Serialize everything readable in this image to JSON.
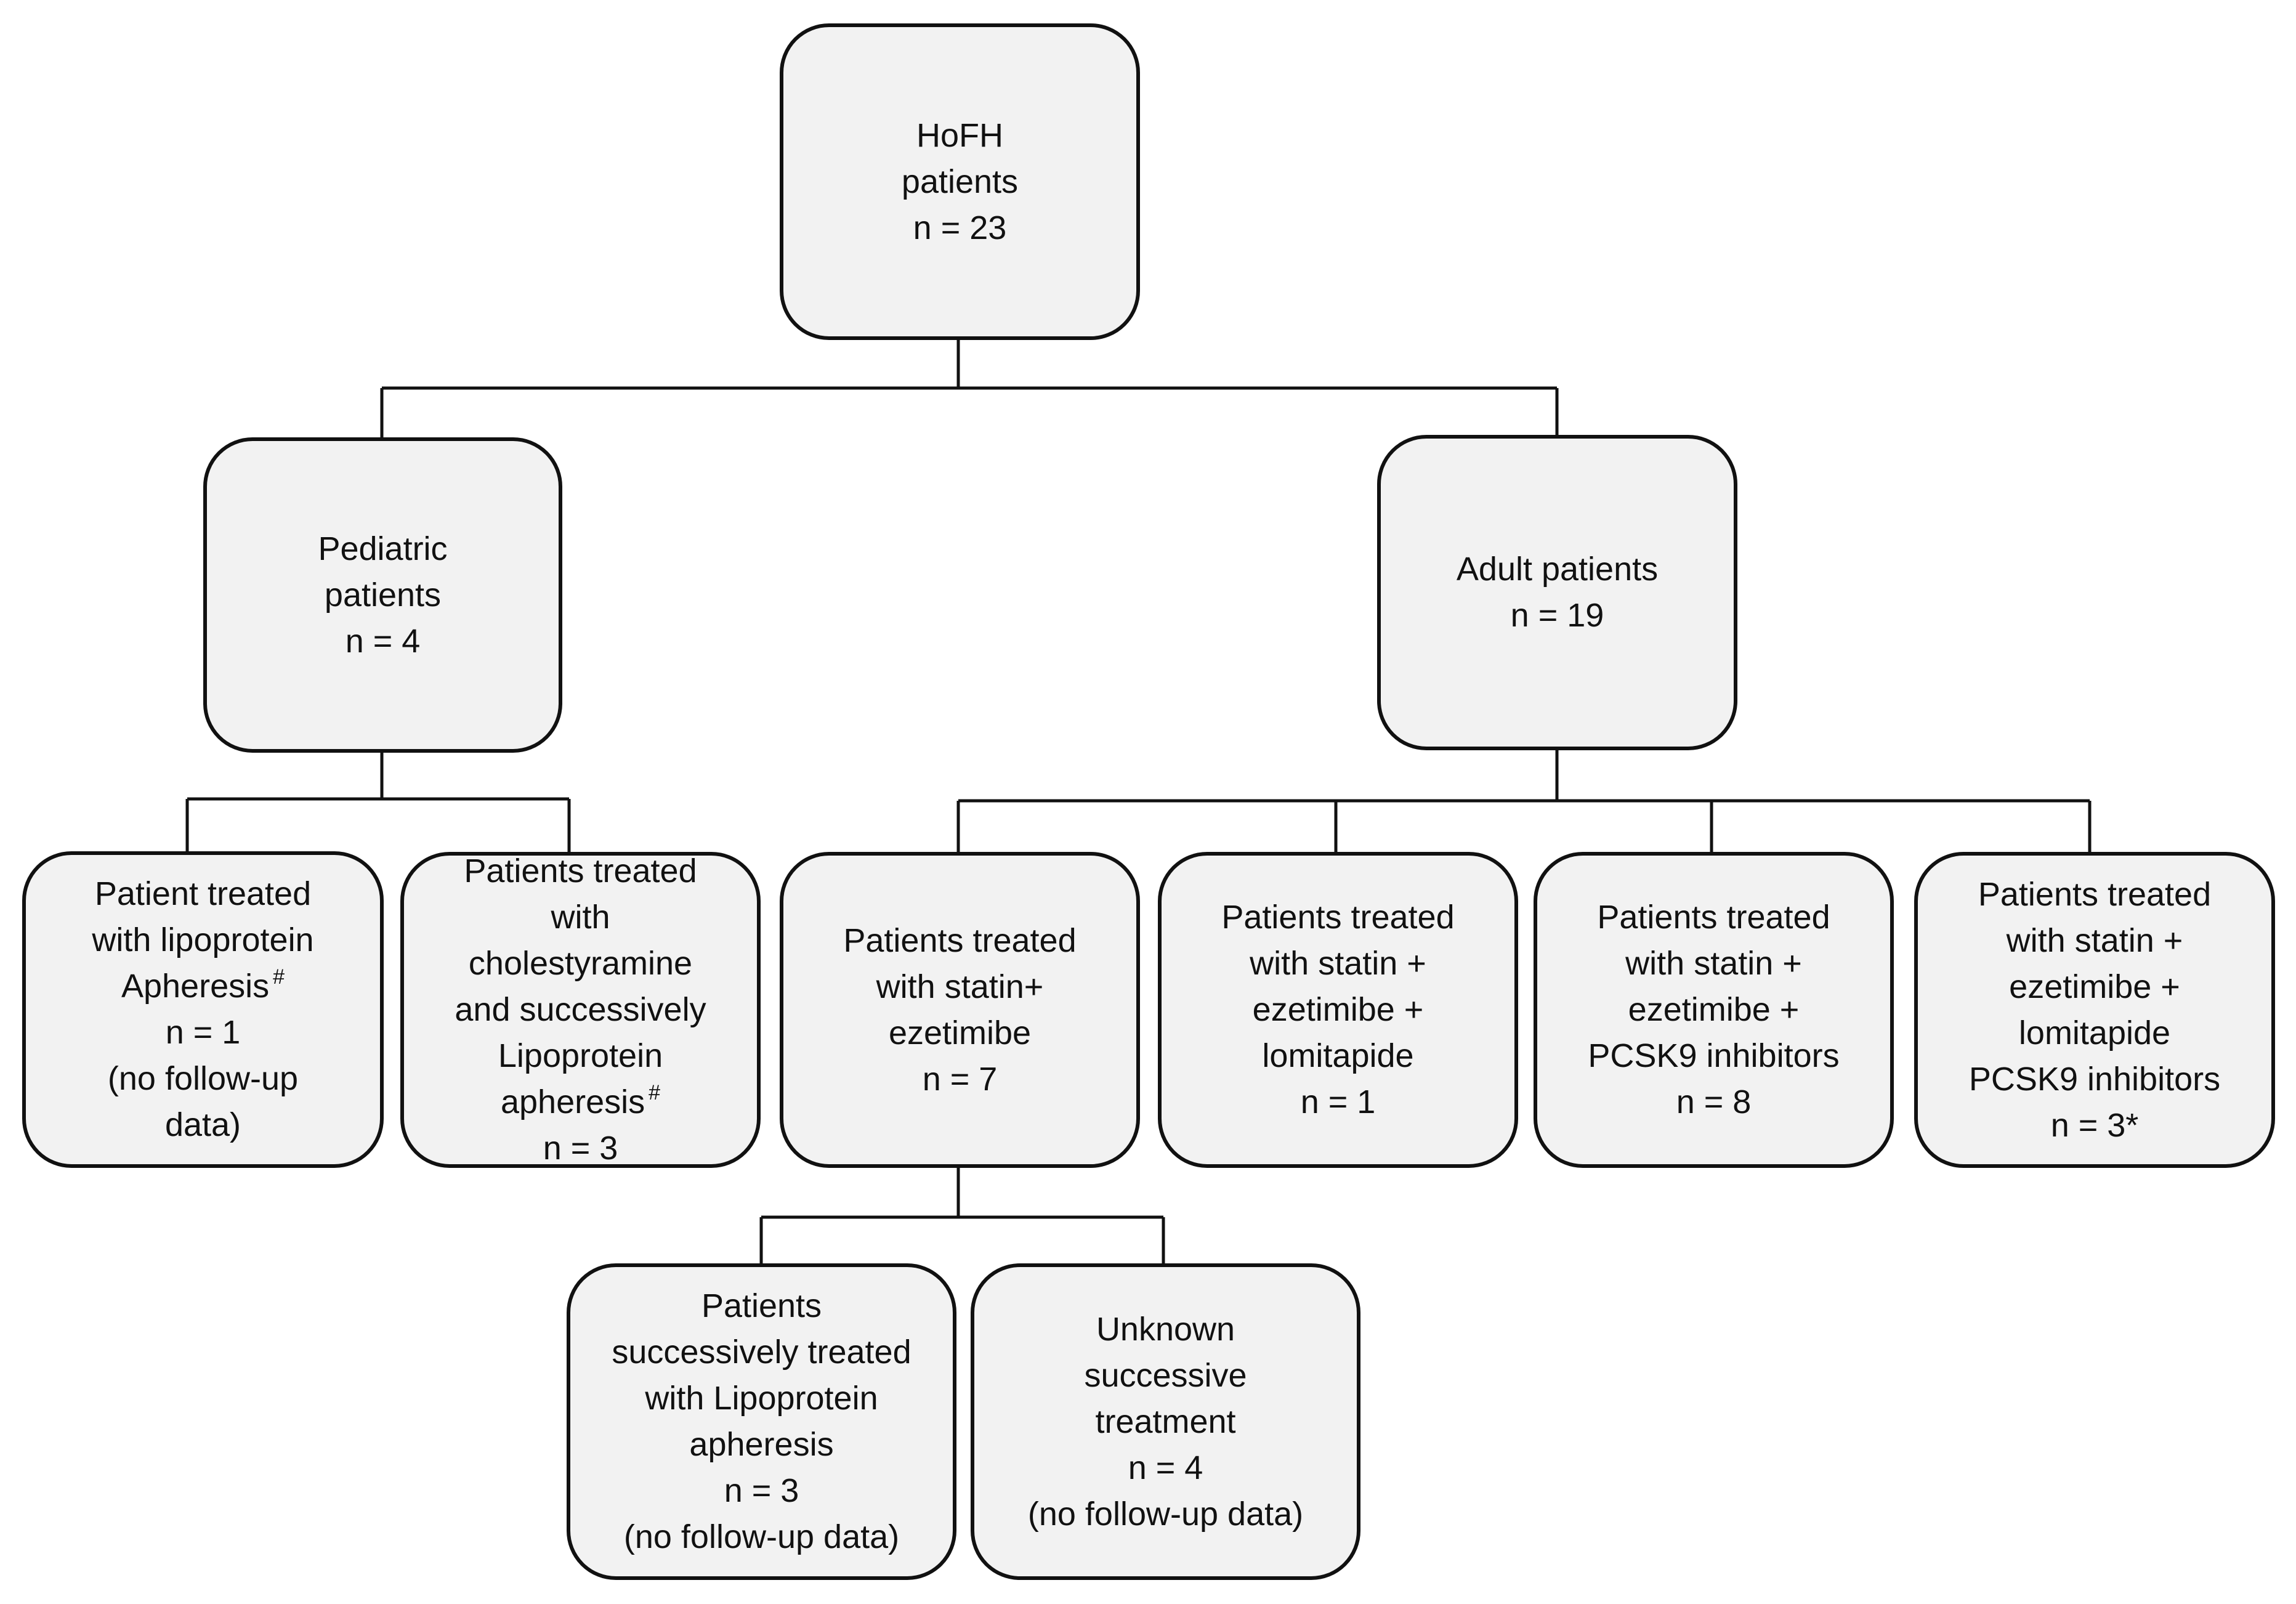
{
  "nodes": {
    "root": {
      "lines": [
        "HoFH",
        "patients",
        "n = 23"
      ]
    },
    "pediatric": {
      "lines": [
        "Pediatric",
        "patients",
        "n = 4"
      ]
    },
    "adult": {
      "lines": [
        "Adult patients",
        "n = 19"
      ]
    },
    "ped_apheresis": {
      "lines": [
        "Patient treated",
        "with lipoprotein",
        "Apheresis",
        "n = 1",
        "(no follow-up",
        "data)"
      ],
      "mark": "#"
    },
    "ped_cholestyramine": {
      "lines": [
        "Patients treated",
        "with",
        "cholestyramine",
        "and successively",
        "Lipoprotein",
        "apheresis",
        "n = 3"
      ],
      "mark": "#"
    },
    "statin_ezetimibe": {
      "lines": [
        "Patients treated",
        "with statin+",
        "ezetimibe",
        "n = 7"
      ]
    },
    "statin_ezetimibe_lomitapide": {
      "lines": [
        "Patients treated",
        "with statin +",
        "ezetimibe +",
        "lomitapide",
        "n = 1"
      ]
    },
    "statin_ezetimibe_pcsk9": {
      "lines": [
        "Patients treated",
        "with statin +",
        "ezetimibe +",
        "PCSK9 inhibitors",
        "n = 8"
      ]
    },
    "statin_ezetimibe_lomitapide_pcsk9": {
      "lines": [
        "Patients treated",
        "with statin +",
        "ezetimibe +",
        "lomitapide",
        "PCSK9 inhibitors",
        "n = 3*"
      ]
    },
    "successive_apheresis": {
      "lines": [
        "Patients",
        "successively treated",
        "with Lipoprotein",
        "apheresis",
        "n = 3",
        "(no follow-up data)"
      ]
    },
    "unknown_successive": {
      "lines": [
        "Unknown",
        "successive",
        "treatment",
        "n = 4",
        "(no follow-up data)"
      ]
    }
  }
}
